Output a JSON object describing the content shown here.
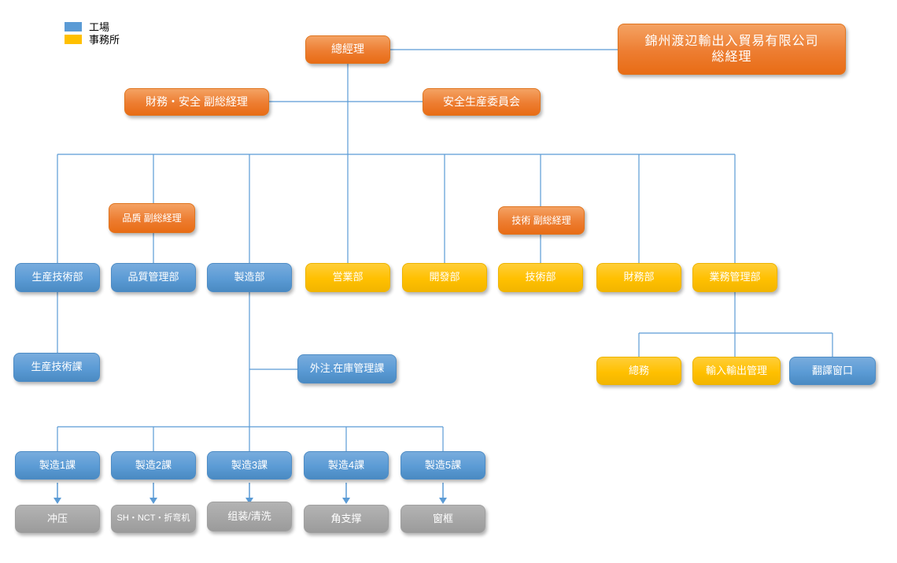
{
  "legend": {
    "items": [
      {
        "label": "工場",
        "color": "#5B9BD5"
      },
      {
        "label": "事務所",
        "color": "#FFC000"
      }
    ]
  },
  "colors": {
    "factory_blue": "#5B9BD5",
    "office_yellow": "#FFC000",
    "management_orange": "#ED7D31",
    "process_gray": "#A6A6A6",
    "connector_blue": "#5B9BD5"
  },
  "nodes": {
    "general_manager": "總經理",
    "trade_company_line1": "錦州渡辺輸出入貿易有限公司",
    "trade_company_line2": "総経理",
    "finance_safety_vice_gm": "財務・安全 副総経理",
    "safety_production_committee": "安全生産委員会",
    "quality_vice_gm": "品貭 副総経理",
    "technology_vice_gm": "技術 副総経理",
    "production_tech_dept": "生産技術部",
    "quality_control_dept": "品質管理部",
    "manufacturing_dept": "製造部",
    "sales_dept": "営業部",
    "development_dept": "開發部",
    "technology_dept": "技術部",
    "finance_dept": "財務部",
    "business_admin_dept": "業務管理部",
    "production_tech_section": "生産技術課",
    "outsourcing_inventory_section": "外注.在庫管理課",
    "general_affairs": "總務",
    "import_export_mgmt": "輸入輸出管理",
    "translation_window": "翻譯窗口",
    "mfg_section_1": "製造1課",
    "mfg_section_2": "製造2課",
    "mfg_section_3": "製造3課",
    "mfg_section_4": "製造4課",
    "mfg_section_5": "製造5課",
    "process_stamping": "冲压",
    "process_sh_nct_bending": "SH・NCT・折弯机",
    "process_assembly_cleaning": "组装/清洗",
    "process_corner_brace": "角支撑",
    "process_window_frame": "窗框"
  }
}
